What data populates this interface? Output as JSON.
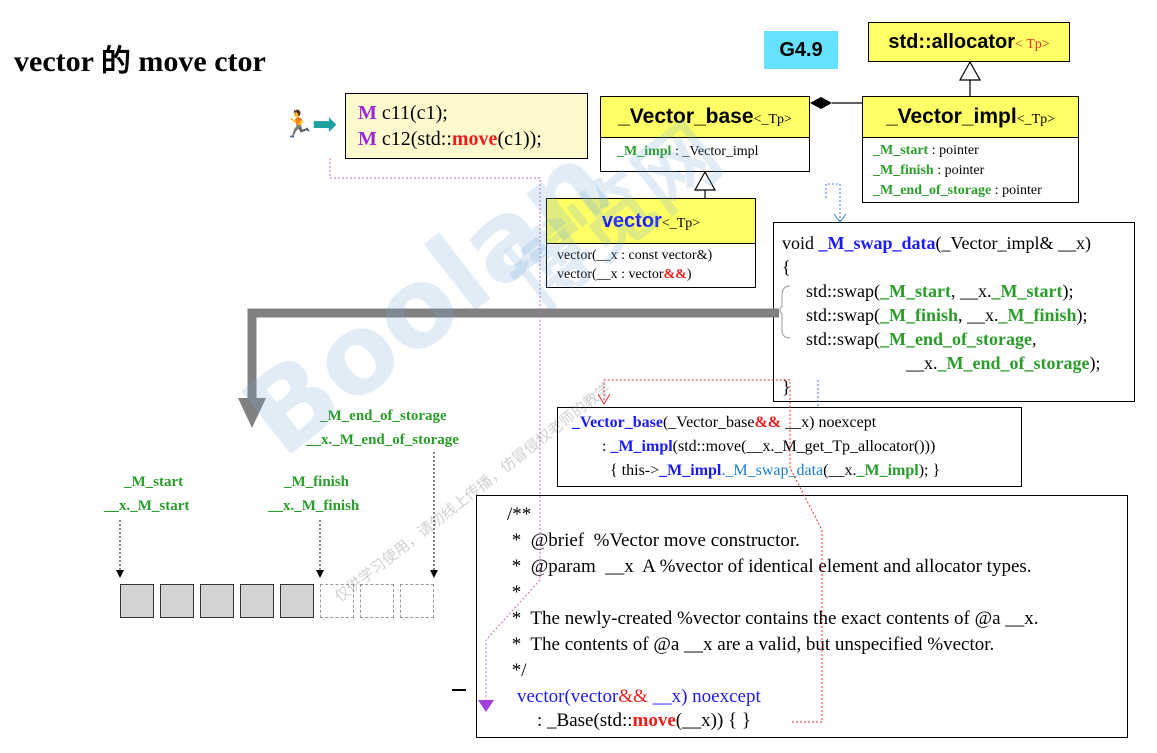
{
  "title": "vector 的 move ctor",
  "version_badge": "G4.9",
  "allocator": {
    "name": "std::allocator",
    "tparam": "< Tp>"
  },
  "vector_base": {
    "name": "_Vector_base",
    "tparam": "<_Tp>",
    "member_name": "_M_impl",
    "member_type": " : _Vector_impl"
  },
  "vector_impl": {
    "name": "_Vector_impl",
    "tparam": "<_Tp>",
    "members": [
      {
        "name": "_M_start",
        "type": " : pointer"
      },
      {
        "name": "_M_finish",
        "type": " : pointer"
      },
      {
        "name": "_M_end_of_storage",
        "type": " : pointer"
      }
    ]
  },
  "vector_class": {
    "name": "vector",
    "tparam": "<_Tp>",
    "ctors": [
      {
        "pre": "vector(__x : const vector&)",
        "amp": ""
      },
      {
        "pre": "vector(__x : vector",
        "amp": "&&",
        "post": ")"
      }
    ]
  },
  "usage": {
    "line1": {
      "type": "M",
      "code": " c11(c1);"
    },
    "line2": {
      "type": "M",
      "pre": " c12(std::",
      "fn": "move",
      "post": "(c1));"
    }
  },
  "swap_data": {
    "sig_pre": "void ",
    "sig_fn": "_M_swap_data",
    "sig_post": "(_Vector_impl& __x)",
    "open": "{",
    "l1_pre": "std::swap(",
    "l1_a": "_M_start",
    "l1_mid": ", __x.",
    "l1_b": "_M_start",
    "l1_end": ");",
    "l2_pre": "std::swap(",
    "l2_a": "_M_finish",
    "l2_mid": ", __x.",
    "l2_b": "_M_finish",
    "l2_end": ");",
    "l3_pre": "std::swap(",
    "l3_a": "_M_end_of_storage",
    "l3_end": ",",
    "l4_pre": "__x.",
    "l4_a": "_M_end_of_storage",
    "l4_end": ");",
    "close": "}"
  },
  "base_ctor": {
    "name": "_Vector_base",
    "p1": "(_Vector_base",
    "amp": "&&",
    "p2": " __x) noexcept",
    "l2_pre": ": ",
    "l2_a": "_M_impl",
    "l2_post": "(std::move(__x._M_get_Tp_allocator()))",
    "l3_pre": "{ this->",
    "l3_a": "_M_impl",
    "l3_b": "._M_swap_data",
    "l3_c": "(__x.",
    "l3_d": "_M_impl",
    "l3_e": "); }"
  },
  "doc_comment": {
    "lines": [
      "/**",
      " *  @brief  %Vector move constructor.",
      " *  @param  __x  A %vector of identical element and allocator types.",
      " *",
      " *  The newly-created %vector contains the exact contents of @a __x.",
      " *  The contents of @a __x are a valid, but unspecified %vector.",
      " */"
    ],
    "ctor_pre": "vector(vector",
    "ctor_amp": "&&",
    "ctor_post": " __x) noexcept",
    "init_pre": ": _Base(std::",
    "init_fn": "move",
    "init_post": "(__x)) { }"
  },
  "labels": {
    "eos1": "_M_end_of_storage",
    "eos2": "__x._M_end_of_storage",
    "start1": "_M_start",
    "start2": "__x._M_start",
    "finish1": "_M_finish",
    "finish2": "__x._M_finish"
  },
  "memory": {
    "filled_cells": 5,
    "empty_cells": 3
  },
  "watermark": {
    "brand": "Boolan",
    "cn": "博览网",
    "notice": "仅供学习使用，请勿线上传播，仿冒侵权老师的教学"
  },
  "colors": {
    "identifier_green": "#2a9d2a",
    "keyword_blue": "#1a1aff",
    "accent_red": "#ee1c1c",
    "type_purple": "#9c27d9",
    "box_yellow": "#ffff66",
    "badge_cyan": "#66e0ff"
  }
}
